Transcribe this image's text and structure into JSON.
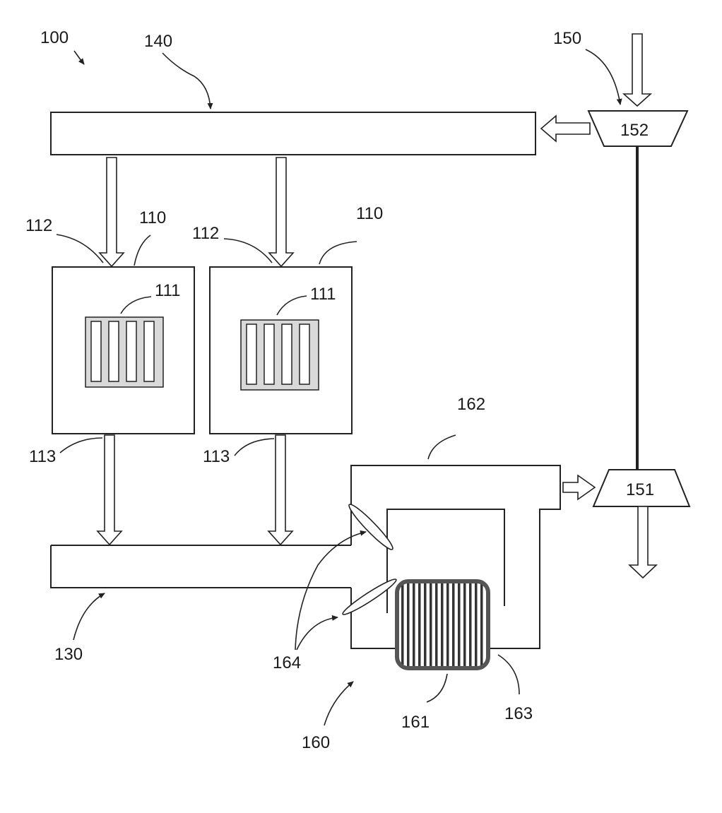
{
  "figure": {
    "labels": {
      "system": "100",
      "upper_manifold": "140",
      "compressor_unit": "150",
      "compressor": "152",
      "turbine": "151",
      "module_left": "110",
      "module_right": "110",
      "inlet_left": "112",
      "inlet_right": "112",
      "stack_left": "111",
      "stack_right": "111",
      "outlet_left": "113",
      "outlet_right": "113",
      "lower_manifold": "130",
      "heat_exchanger_unit": "160",
      "housing": "162",
      "core": "161",
      "bypass": "163",
      "valves": "164"
    }
  }
}
